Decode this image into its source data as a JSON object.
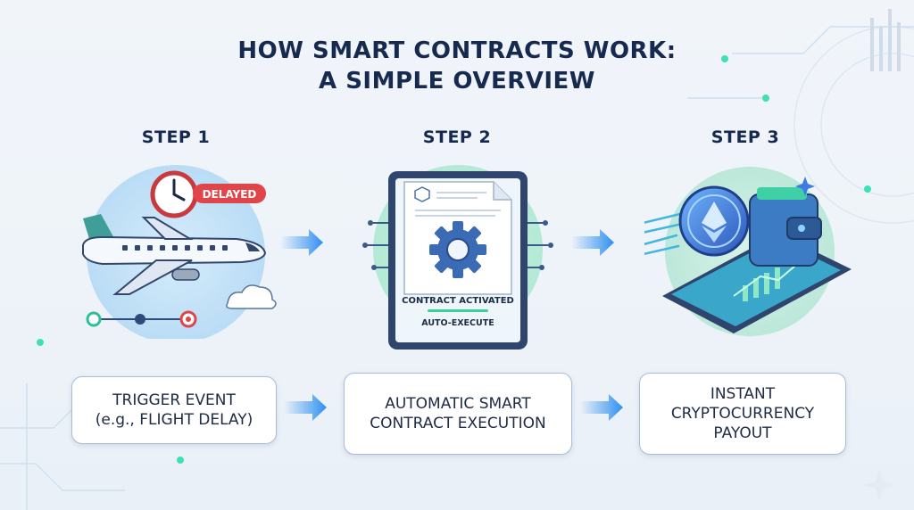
{
  "title": {
    "line1": "HOW SMART CONTRACTS WORK:",
    "line2": "A SIMPLE OVERVIEW"
  },
  "steps": [
    {
      "label": "STEP 1",
      "box_lines": [
        "TRIGGER EVENT",
        "(e.g., FLIGHT DELAY)"
      ],
      "icons": [
        "airplane-icon",
        "clock-icon",
        "cloud-icon",
        "timeline-icon"
      ],
      "badge": "DELAYED"
    },
    {
      "label": "STEP 2",
      "box_lines": [
        "AUTOMATIC SMART",
        "CONTRACT EXECUTION"
      ],
      "icons": [
        "tablet-icon",
        "gear-icon",
        "document-icon"
      ],
      "status_line1": "CONTRACT ACTIVATED",
      "status_line2": "AUTO-EXECUTE"
    },
    {
      "label": "STEP 3",
      "box_lines": [
        "INSTANT",
        "CRYPTOCURRENCY",
        "PAYOUT"
      ],
      "icons": [
        "coin-icon",
        "wallet-icon",
        "phone-icon",
        "chart-icon"
      ]
    }
  ],
  "colors": {
    "title": "#16294f",
    "arrow": "#2f8ff0",
    "badge": "#e0454a",
    "accent_green": "#3ccf9a"
  }
}
